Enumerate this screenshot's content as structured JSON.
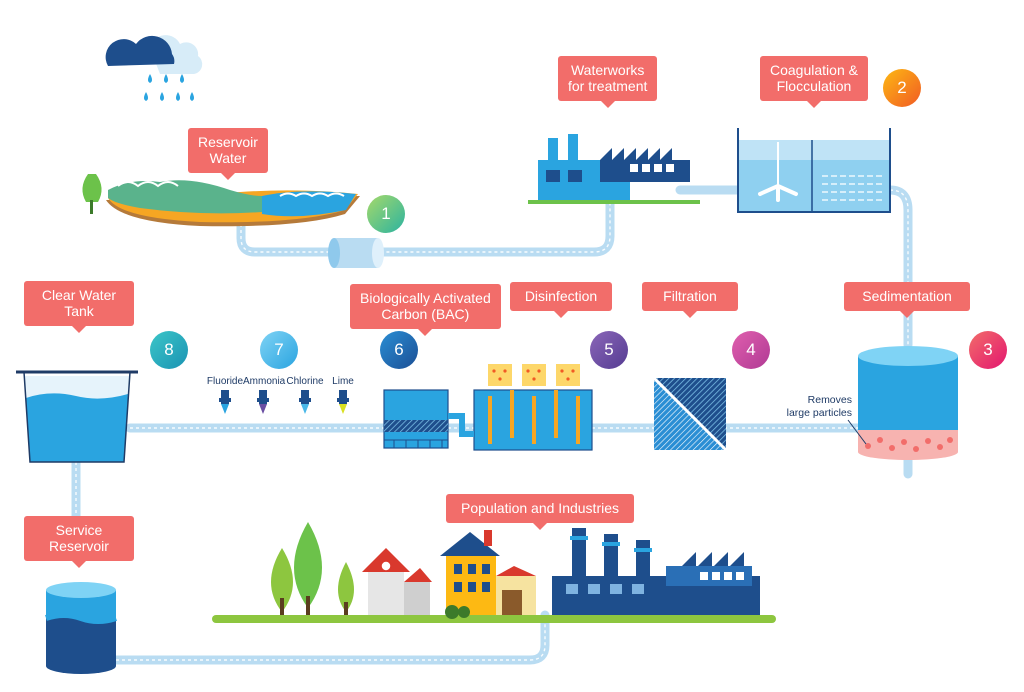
{
  "labels": {
    "reservoir_water": [
      "Reservoir",
      "Water"
    ],
    "waterworks": [
      "Waterworks",
      "for treatment"
    ],
    "coagulation": [
      "Coagulation &",
      "Flocculation"
    ],
    "sedimentation": [
      "Sedimentation"
    ],
    "filtration": [
      "Filtration"
    ],
    "disinfection": [
      "Disinfection"
    ],
    "bac": [
      "Biologically Activated",
      "Carbon (BAC)"
    ],
    "clear_water_tank": [
      "Clear Water",
      "Tank"
    ],
    "service_reservoir": [
      "Service",
      "Reservoir"
    ],
    "population": [
      "Population and Industries"
    ]
  },
  "steps": [
    "1",
    "2",
    "3",
    "4",
    "5",
    "6",
    "7",
    "8"
  ],
  "chemicals": [
    "Fluoride",
    "Ammonia",
    "Chlorine",
    "Lime"
  ],
  "sedimentation_note": [
    "Removes",
    "large particles"
  ],
  "colors": {
    "label_bg": "#f26d6a",
    "pipe": "#b9dcf2",
    "step1": "#6cc24a",
    "step2": "#f7941d",
    "step3": "#e8417a",
    "step4": "#c74ba6",
    "step5": "#6a4fa3",
    "step6": "#2b6fb6",
    "step7": "#4ab8e8",
    "step8": "#2bb3c4"
  }
}
